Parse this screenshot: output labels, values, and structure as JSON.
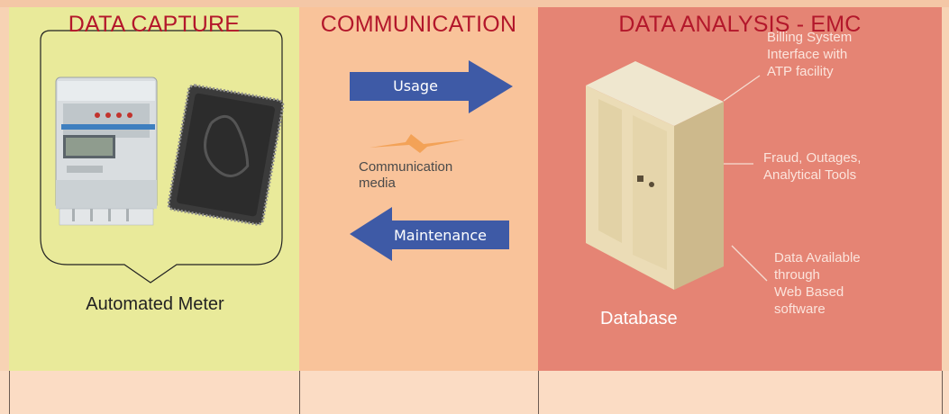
{
  "panels": {
    "capture": {
      "footer_label": "DATA CAPTURE",
      "caption": "Automated Meter"
    },
    "communication": {
      "footer_label": "COMMUNICATION",
      "arrow_right_label": "Usage",
      "arrow_left_label": "Maintenance",
      "media_line1": "Communication",
      "media_line2": "media"
    },
    "analysis": {
      "footer_label": "DATA ANALYSIS - EMC",
      "caption": "Database",
      "notes": [
        {
          "lines": [
            "Billing System",
            "Interface with",
            "ATP facility"
          ]
        },
        {
          "lines": [
            "Fraud, Outages,",
            "Analytical Tools"
          ]
        },
        {
          "lines": [
            "Data Available",
            "through",
            "Web Based",
            "software"
          ]
        }
      ]
    }
  },
  "colors": {
    "capture_bg": "#e9ea9a",
    "communication_bg": "#f9c39a",
    "analysis_bg": "#e58474",
    "arrow_fill": "#3e5aa6",
    "footer_text": "#b3172b"
  }
}
